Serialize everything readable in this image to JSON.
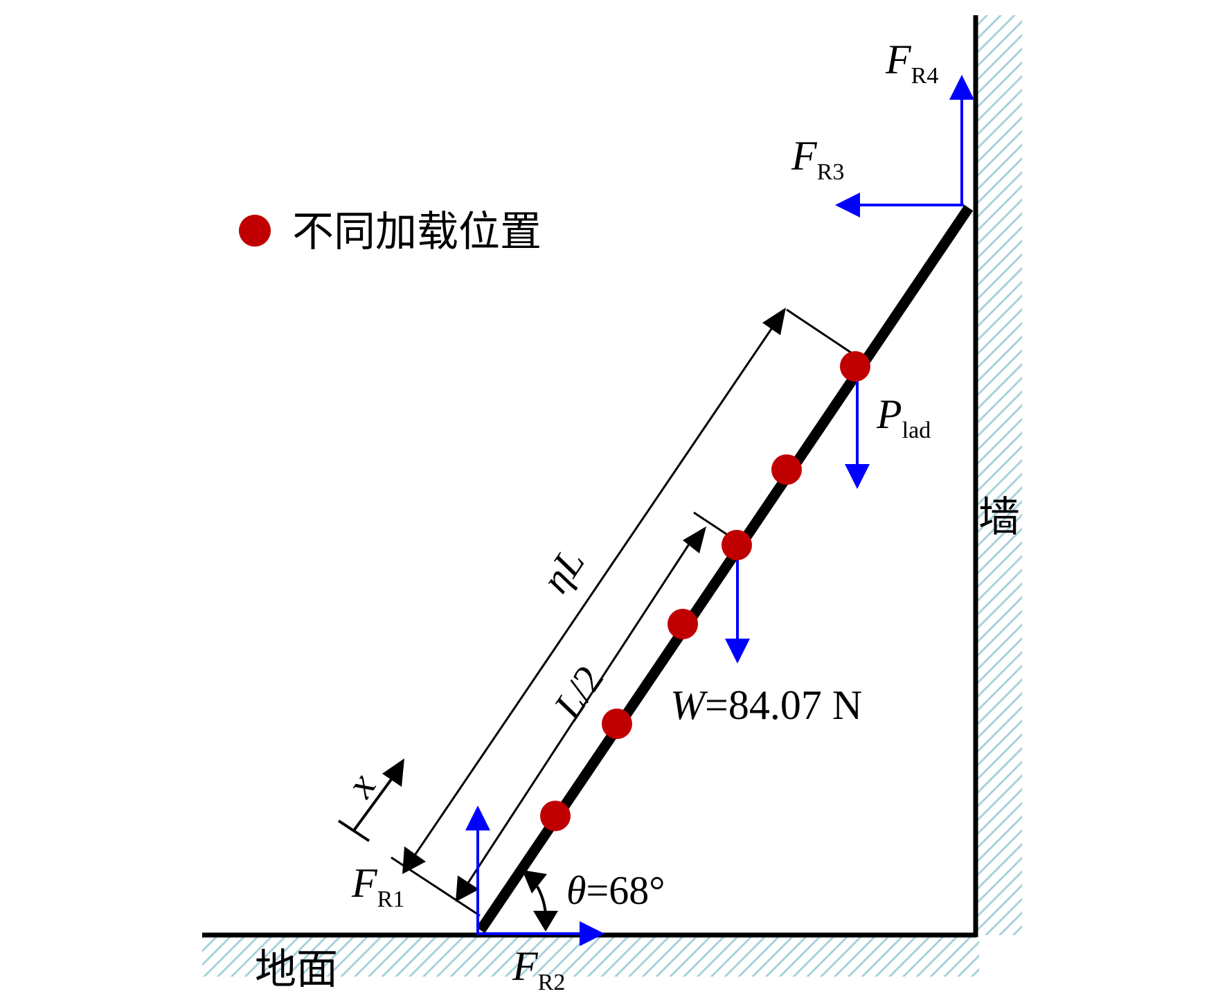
{
  "legend": {
    "marker_label": "不同加载位置",
    "marker_color": "#c00000"
  },
  "surfaces": {
    "ground_label": "地面",
    "wall_label": "墙",
    "hatch_color": "#a8d2dc"
  },
  "forces": {
    "color": "#0000ff",
    "FR1": {
      "main": "F",
      "sub": "R1"
    },
    "FR2": {
      "main": "F",
      "sub": "R2"
    },
    "FR3": {
      "main": "F",
      "sub": "R3"
    },
    "FR4": {
      "main": "F",
      "sub": "R4"
    },
    "Plad": {
      "main": "P",
      "sub": "lad"
    }
  },
  "weight": {
    "symbol": "W",
    "value_text": "=84.07 N"
  },
  "angle": {
    "symbol": "θ",
    "value_text": "=68°",
    "degrees": 68
  },
  "dimensions": {
    "etaL": {
      "eta": "η",
      "L": "L"
    },
    "half": {
      "L": "L",
      "rest": "/2"
    },
    "x": "x"
  },
  "loading_points": {
    "count": 6
  }
}
